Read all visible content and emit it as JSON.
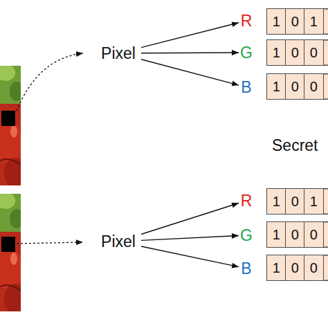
{
  "diagram": {
    "nodes": [
      {
        "text": [
          "Pixel"
        ]
      },
      {
        "text": [
          "R"
        ]
      },
      {
        "text": [
          "1"
        ]
      },
      {
        "text": [
          "0"
        ]
      },
      {
        "text": [
          "1"
        ]
      },
      {
        "text": [
          "G"
        ]
      },
      {
        "text": [
          "1"
        ]
      },
      {
        "text": [
          "0"
        ]
      },
      {
        "text": [
          "0"
        ]
      },
      {
        "text": [
          "B"
        ]
      },
      {
        "text": [
          "1"
        ]
      },
      {
        "text": [
          "0"
        ]
      },
      {
        "text": [
          "0"
        ]
      },
      {
        "text": [
          "Pixel"
        ]
      },
      {
        "text": [
          "R"
        ]
      },
      {
        "text": [
          "1"
        ]
      },
      {
        "text": [
          "0"
        ]
      },
      {
        "text": [
          "1"
        ]
      },
      {
        "text": [
          "G"
        ]
      },
      {
        "text": [
          "1"
        ]
      },
      {
        "text": [
          "0"
        ]
      },
      {
        "text": [
          "0"
        ]
      },
      {
        "text": [
          "B"
        ]
      },
      {
        "text": [
          "1"
        ]
      },
      {
        "text": [
          "0"
        ]
      },
      {
        "text": [
          "0"
        ]
      }
    ],
    "edges": [
      {
        "from": 0,
        "to": 1,
        "arrow": "to"
      },
      {
        "from": 0,
        "to": 5,
        "arrow": "to"
      },
      {
        "from": 0,
        "to": 9,
        "arrow": "to"
      },
      {
        "from": 13,
        "to": 14,
        "arrow": "to"
      },
      {
        "from": 13,
        "to": 18,
        "arrow": "to"
      },
      {
        "from": 13,
        "to": 22,
        "arrow": "to"
      }
    ],
    "labels": [
      "Secret"
    ]
  }
}
